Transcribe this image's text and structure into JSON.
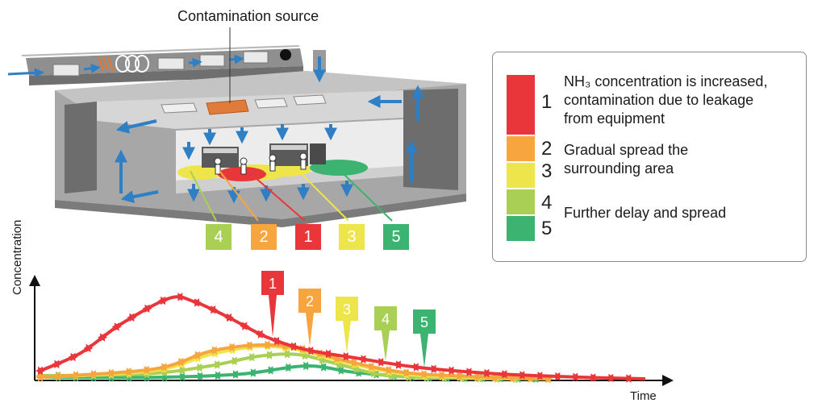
{
  "title": "Contamination source",
  "legend": {
    "items": [
      {
        "num": "1",
        "color": "#e8363a",
        "lines": [
          "NH₃ concentration is increased,",
          "contamination due to leakage",
          "from equipment"
        ]
      },
      {
        "num": "2",
        "color": "#f7a53f",
        "lines": [
          "Gradual spread the",
          "surrounding area"
        ]
      },
      {
        "num": "3",
        "color": "#eee54b",
        "lines": []
      },
      {
        "num": "4",
        "color": "#a9cf55",
        "lines": [
          "Further delay and spread"
        ]
      },
      {
        "num": "5",
        "color": "#3cb371",
        "lines": []
      }
    ]
  },
  "zones": [
    {
      "label": "4",
      "color": "#a9cf55"
    },
    {
      "label": "2",
      "color": "#f7a53f"
    },
    {
      "label": "1",
      "color": "#e8363a"
    },
    {
      "label": "3",
      "color": "#eee54b"
    },
    {
      "label": "5",
      "color": "#3cb371"
    }
  ],
  "graph": {
    "ylabel": "Concentration",
    "xlabel": "Time",
    "markers": [
      {
        "label": "1",
        "color": "#e8363a"
      },
      {
        "label": "2",
        "color": "#f7a53f"
      },
      {
        "label": "3",
        "color": "#eee54b"
      },
      {
        "label": "4",
        "color": "#a9cf55"
      },
      {
        "label": "5",
        "color": "#3cb371"
      }
    ]
  }
}
